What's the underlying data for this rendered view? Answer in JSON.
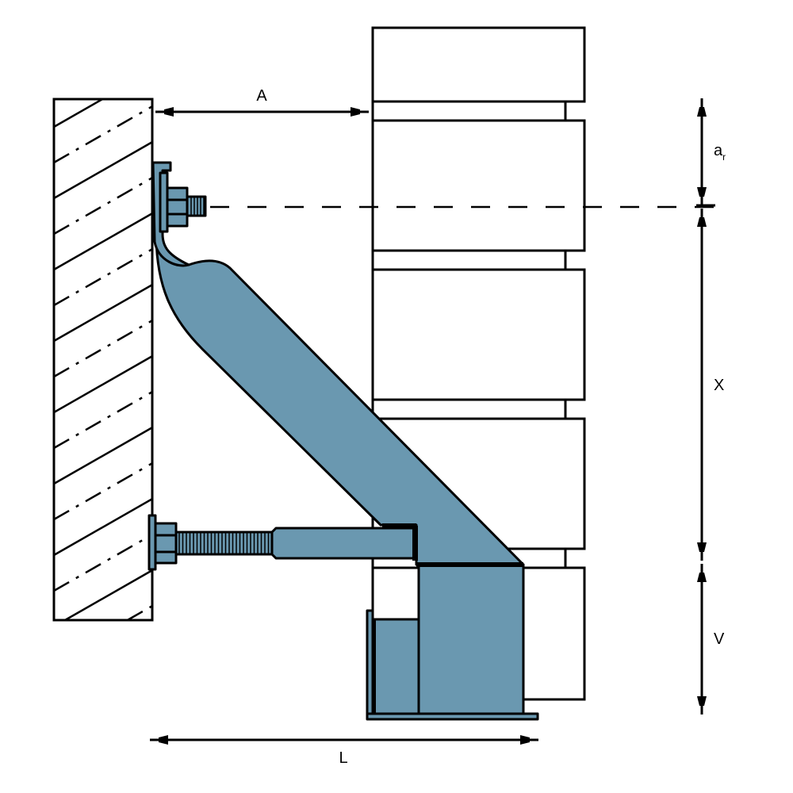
{
  "colors": {
    "steel": "#6a98b0",
    "line": "#000000",
    "background": "#ffffff"
  },
  "dimensions": {
    "A": "A",
    "ar_main": "a",
    "ar_sub": "r",
    "X": "X",
    "V": "V",
    "L": "L"
  }
}
